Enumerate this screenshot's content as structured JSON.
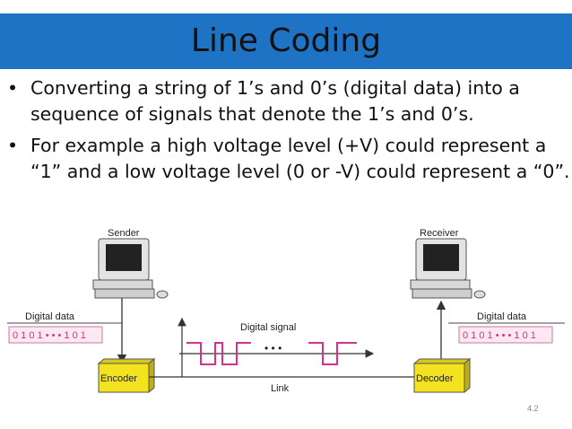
{
  "slide": {
    "title": "Line Coding",
    "bullets": [
      "Converting a string of 1’s and 0’s (digital data) into a sequence of signals that denote the 1’s and 0’s.",
      "For example a high voltage level (+V) could represent a “1” and a low voltage level (0 or -V) could represent a “0”."
    ],
    "page_number": "4.2"
  },
  "diagram": {
    "sender_label": "Sender",
    "receiver_label": "Receiver",
    "digital_data_left": "Digital data",
    "digital_data_right": "Digital data",
    "bits_left": "0 1 0 1 • • • 1 0 1",
    "bits_right": "0 1 0 1 • • • 1 0 1",
    "encoder_label": "Encoder",
    "decoder_label": "Decoder",
    "signal_label": "Digital signal",
    "link_label": "Link",
    "ellipsis": "• • •"
  },
  "colors": {
    "title_bar": "#1f73c4",
    "encoder_box": "#f2e21f",
    "signal": "#d4308e",
    "bits_box": "#fce8f1"
  }
}
